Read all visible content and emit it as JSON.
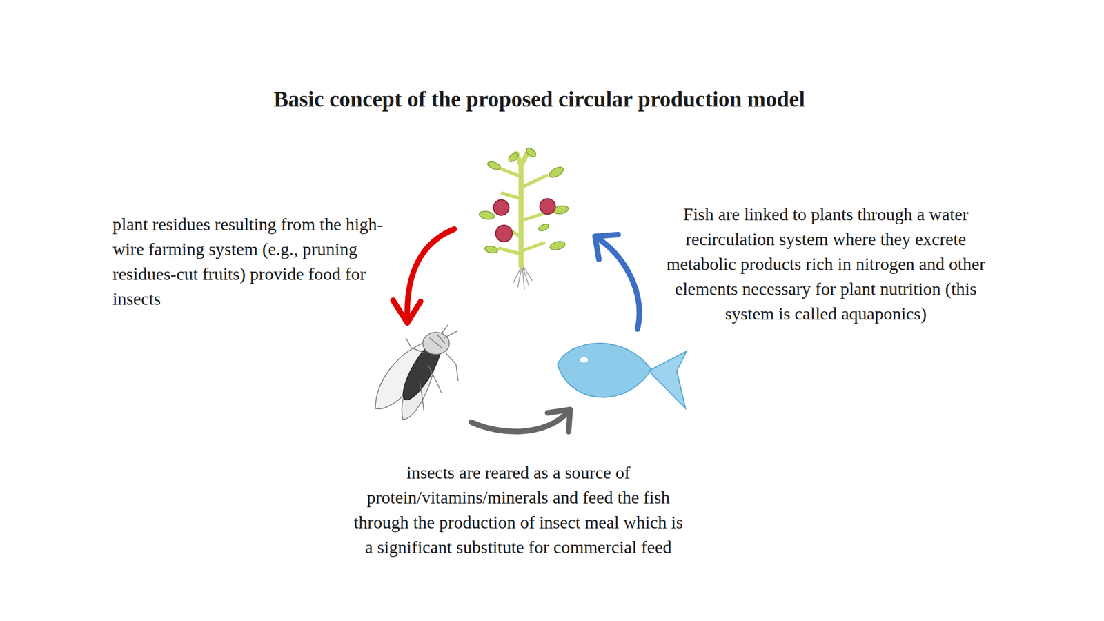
{
  "diagram": {
    "title": "Basic concept of the proposed circular production model",
    "labels": [
      "plant residues resulting from the high-wire farming system (e.g., pruning residues-cut fruits) provide food for insects",
      "Fish are linked to plants through a water recirculation system where they excrete metabolic products rich in nitrogen and other elements necessary for plant nutrition (this system is called aquaponics)",
      "insects are reared as a source of protein/vitamins/minerals and feed the fish through the production of insect meal which is a significant substitute for commercial feed"
    ]
  }
}
